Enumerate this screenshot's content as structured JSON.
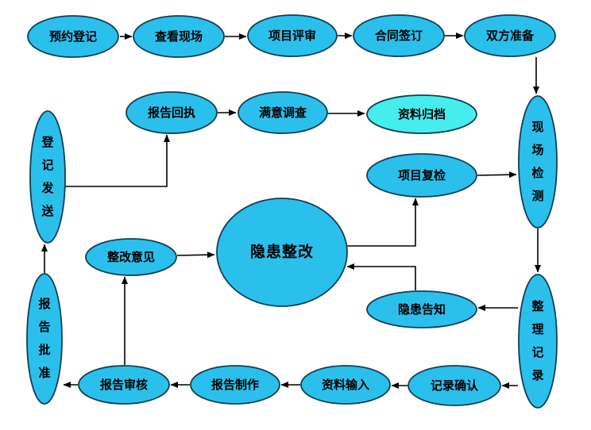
{
  "diagram": {
    "colors": {
      "node_fill": "#2bc0ec",
      "terminal_node_fill": "#46eded",
      "node_outline": "#0f3e56",
      "arrow_color": "#000000",
      "label_color": "#000000",
      "background": "#ffffff"
    },
    "nodes": {
      "appointment_registration": {
        "label": "预约登记"
      },
      "site_survey": {
        "label": "查看现场"
      },
      "project_review": {
        "label": "项目评审"
      },
      "contract_signing": {
        "label": "合同签订"
      },
      "both_parties_prepare": {
        "label": "双方准备"
      },
      "report_receipt": {
        "label": "报告回执"
      },
      "satisfaction_survey": {
        "label": "满意调查"
      },
      "data_archiving": {
        "label": "资料归档"
      },
      "onsite_testing": {
        "label": "现场检测"
      },
      "registration_dispatch": {
        "label": "登记发送"
      },
      "project_recheck": {
        "label": "项目复检"
      },
      "hazard_rectification": {
        "label": "隐患整改"
      },
      "rectification_opinion": {
        "label": "整改意见"
      },
      "hazard_notification": {
        "label": "隐患告知"
      },
      "record_organizing": {
        "label": "整理记录"
      },
      "report_approval": {
        "label": "报告批准"
      },
      "report_review": {
        "label": "报告审核"
      },
      "report_production": {
        "label": "报告制作"
      },
      "data_entry": {
        "label": "资料输入"
      },
      "record_confirmation": {
        "label": "记录确认"
      }
    },
    "edges": [
      {
        "from": "appointment_registration",
        "to": "site_survey"
      },
      {
        "from": "site_survey",
        "to": "project_review"
      },
      {
        "from": "project_review",
        "to": "contract_signing"
      },
      {
        "from": "contract_signing",
        "to": "both_parties_prepare"
      },
      {
        "from": "both_parties_prepare",
        "to": "onsite_testing"
      },
      {
        "from": "onsite_testing",
        "to": "record_organizing"
      },
      {
        "from": "record_organizing",
        "to": "hazard_notification"
      },
      {
        "from": "record_organizing",
        "to": "record_confirmation"
      },
      {
        "from": "record_confirmation",
        "to": "data_entry"
      },
      {
        "from": "data_entry",
        "to": "report_production"
      },
      {
        "from": "report_production",
        "to": "report_review"
      },
      {
        "from": "report_review",
        "to": "report_approval"
      },
      {
        "from": "report_approval",
        "to": "registration_dispatch"
      },
      {
        "from": "registration_dispatch",
        "to": "report_receipt"
      },
      {
        "from": "report_receipt",
        "to": "satisfaction_survey"
      },
      {
        "from": "satisfaction_survey",
        "to": "data_archiving"
      },
      {
        "from": "report_review",
        "to": "rectification_opinion"
      },
      {
        "from": "rectification_opinion",
        "to": "hazard_rectification"
      },
      {
        "from": "hazard_rectification",
        "to": "project_recheck"
      },
      {
        "from": "hazard_notification",
        "to": "hazard_rectification"
      },
      {
        "from": "project_recheck",
        "to": "onsite_testing"
      }
    ]
  }
}
